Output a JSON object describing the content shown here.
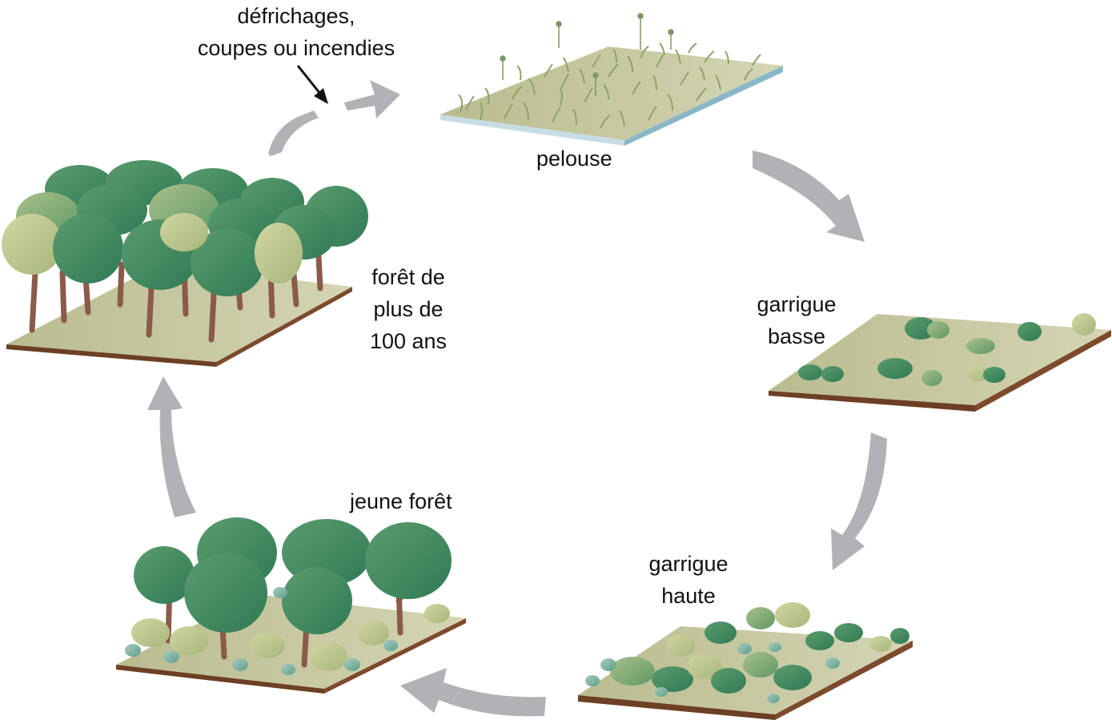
{
  "labels": {
    "disturbance_line1": "défrichages,",
    "disturbance_line2": "coupes ou incendies",
    "stage_pelouse": "pelouse",
    "stage_garrigue_basse_line1": "garrigue",
    "stage_garrigue_basse_line2": "basse",
    "stage_garrigue_haute_line1": "garrigue",
    "stage_garrigue_haute_line2": "haute",
    "stage_jeune_foret": "jeune forêt",
    "stage_foret_line1": "forêt de",
    "stage_foret_line2": "plus de",
    "stage_foret_line3": "100 ans"
  },
  "colors": {
    "arrow": "#b1b2b5",
    "ground": "#c9caa2",
    "soil": "#6d3f24",
    "water": "#9fc7d6",
    "tree_dark": "#3e8a5e",
    "tree_light": "#b9c48d",
    "shrub_blue": "#7fb5a7",
    "trunk": "#8b5a4a"
  },
  "icons": [
    "process-arrow-icon",
    "pointer-arrow-icon",
    "tree-icon",
    "shrub-icon",
    "grass-icon"
  ]
}
